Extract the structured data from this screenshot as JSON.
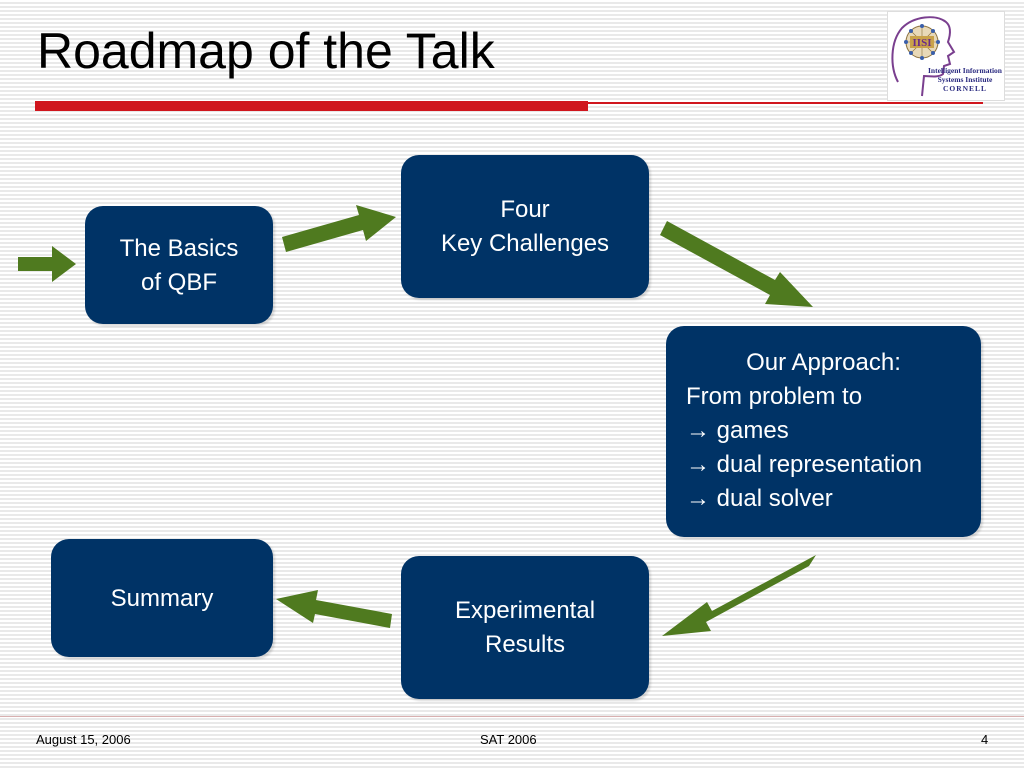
{
  "slide": {
    "title": "Roadmap of the Talk"
  },
  "logo": {
    "initials": "IISI",
    "line1": "Intelligent Information",
    "line2": "Systems Institute",
    "line3": "CORNELL"
  },
  "flow": {
    "basics": {
      "line1": "The Basics",
      "line2": "of QBF"
    },
    "challenges": {
      "line1": "Four",
      "line2": "Key Challenges"
    },
    "approach": {
      "line1": "Our Approach:",
      "line2": "From problem to",
      "line3": "→ games",
      "line4": "→ dual representation",
      "line5": "→ dual solver"
    },
    "results": {
      "line1": "Experimental",
      "line2": "Results"
    },
    "summary": {
      "line1": "Summary"
    }
  },
  "footer": {
    "date": "August 15, 2006",
    "event": "SAT 2006",
    "page": "4"
  },
  "colors": {
    "box_fill": "#003366",
    "arrow_fill": "#4f7a1f",
    "accent_rule": "#d0161e"
  },
  "icons": {
    "flow_arrows": "arrow-icon"
  }
}
